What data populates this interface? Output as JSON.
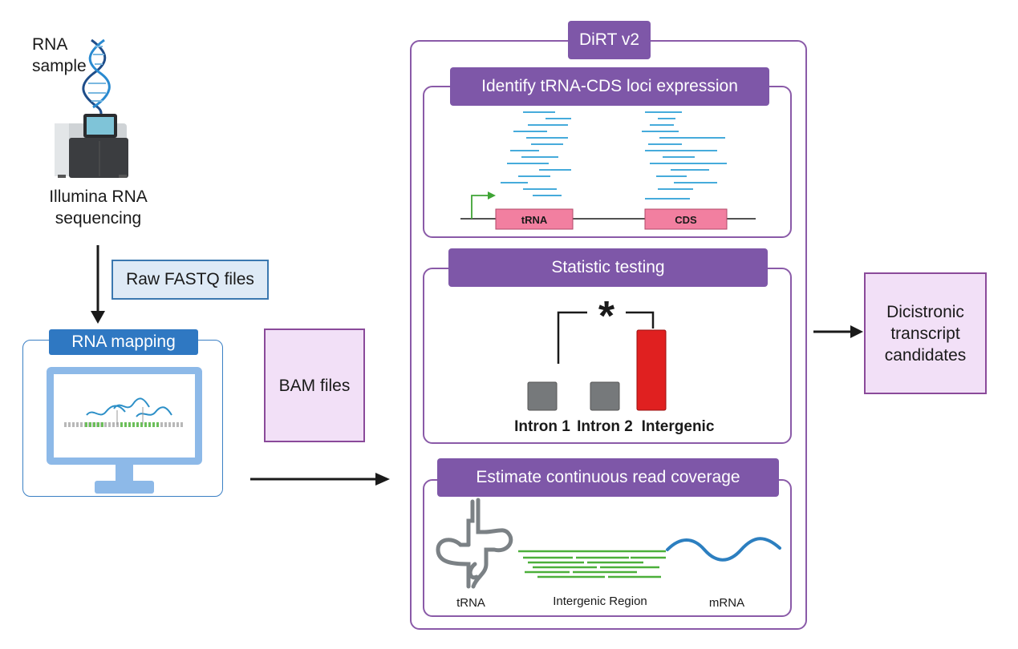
{
  "input": {
    "rna_sample": "RNA sample",
    "sequencer_label": "Illumina RNA sequencing",
    "raw_files": "Raw FASTQ files",
    "mapping_title": "RNA mapping",
    "bam_files": "BAM files"
  },
  "dirt": {
    "title": "DiRT v2",
    "step1": {
      "title": "Identify tRNA-CDS loci expression",
      "gene_labels": [
        "tRNA",
        "CDS"
      ]
    },
    "step2": {
      "title": "Statistic testing",
      "bar_labels": [
        "Intron 1",
        "Intron 2",
        "Intergenic"
      ],
      "bar_values": [
        0.35,
        0.35,
        1.0
      ],
      "significance": "*",
      "colors": {
        "control": "#76797b",
        "intergenic": "#e02020"
      }
    },
    "step3": {
      "title": "Estimate continuous read coverage",
      "labels": [
        "tRNA",
        "Intergenic Region",
        "mRNA"
      ]
    }
  },
  "output": {
    "label": "Dicistronic transcript candidates"
  },
  "colors": {
    "purple": "#7e57a8",
    "mapping_blue": "#2f78c2",
    "pink_fill": "#f2e0f7",
    "read_blue": "#2c9fd6",
    "gene_pink": "#f27fa0",
    "green_reads": "#4caf3a"
  }
}
